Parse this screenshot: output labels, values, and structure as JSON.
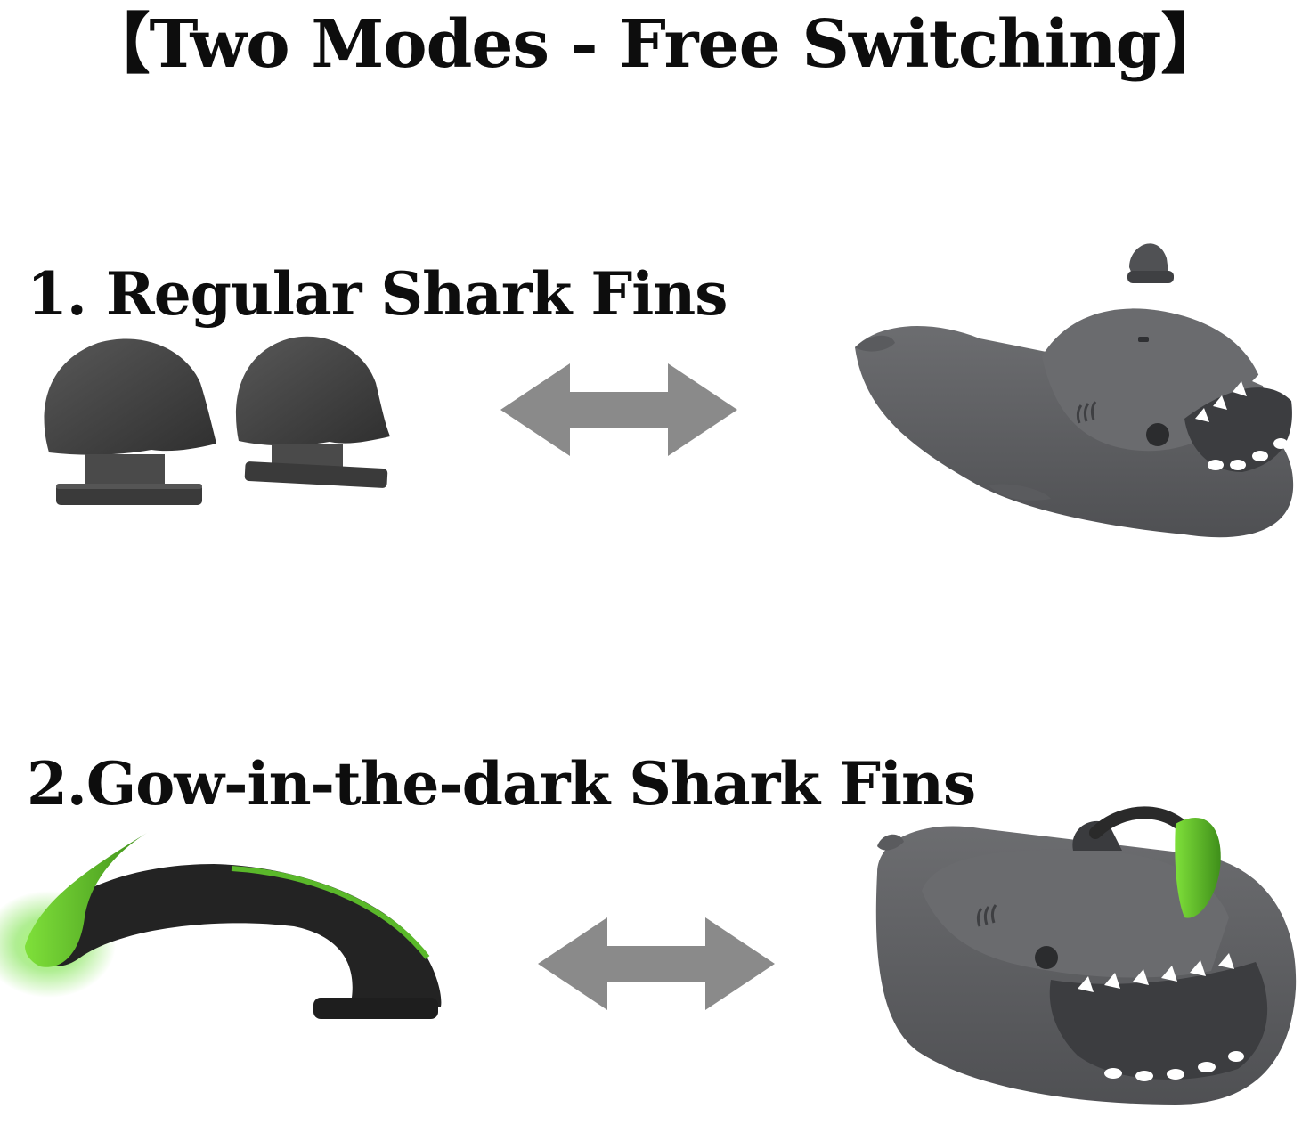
{
  "headline": "【Two Modes - Free Switching】",
  "modes": [
    {
      "label": "1. Regular Shark Fins",
      "fin_color": "#3e3e3e",
      "slide_color": "#5f6062",
      "icons": [
        "regular-fin-icon",
        "two-way-arrow-icon",
        "shark-slide-icon"
      ]
    },
    {
      "label": "2.Gow-in-the-dark Shark Fins",
      "fin_color": "#2a2a2a",
      "glow_color": "#7ed13a",
      "slide_color": "#5f6062",
      "icons": [
        "glow-fin-icon",
        "two-way-arrow-icon",
        "shark-slide-icon"
      ]
    }
  ],
  "arrow_color": "#8a8a8a",
  "teeth_color": "#ffffff"
}
